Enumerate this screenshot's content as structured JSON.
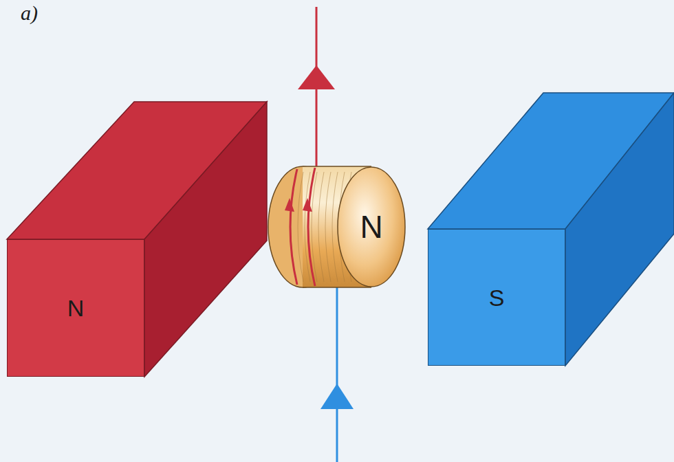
{
  "diagram": {
    "nodes": [
      {
        "text": [
          "N"
        ]
      },
      {
        "text": [
          "N"
        ]
      },
      {
        "text": [
          "S"
        ]
      }
    ],
    "labels": [
      "a)"
    ]
  }
}
